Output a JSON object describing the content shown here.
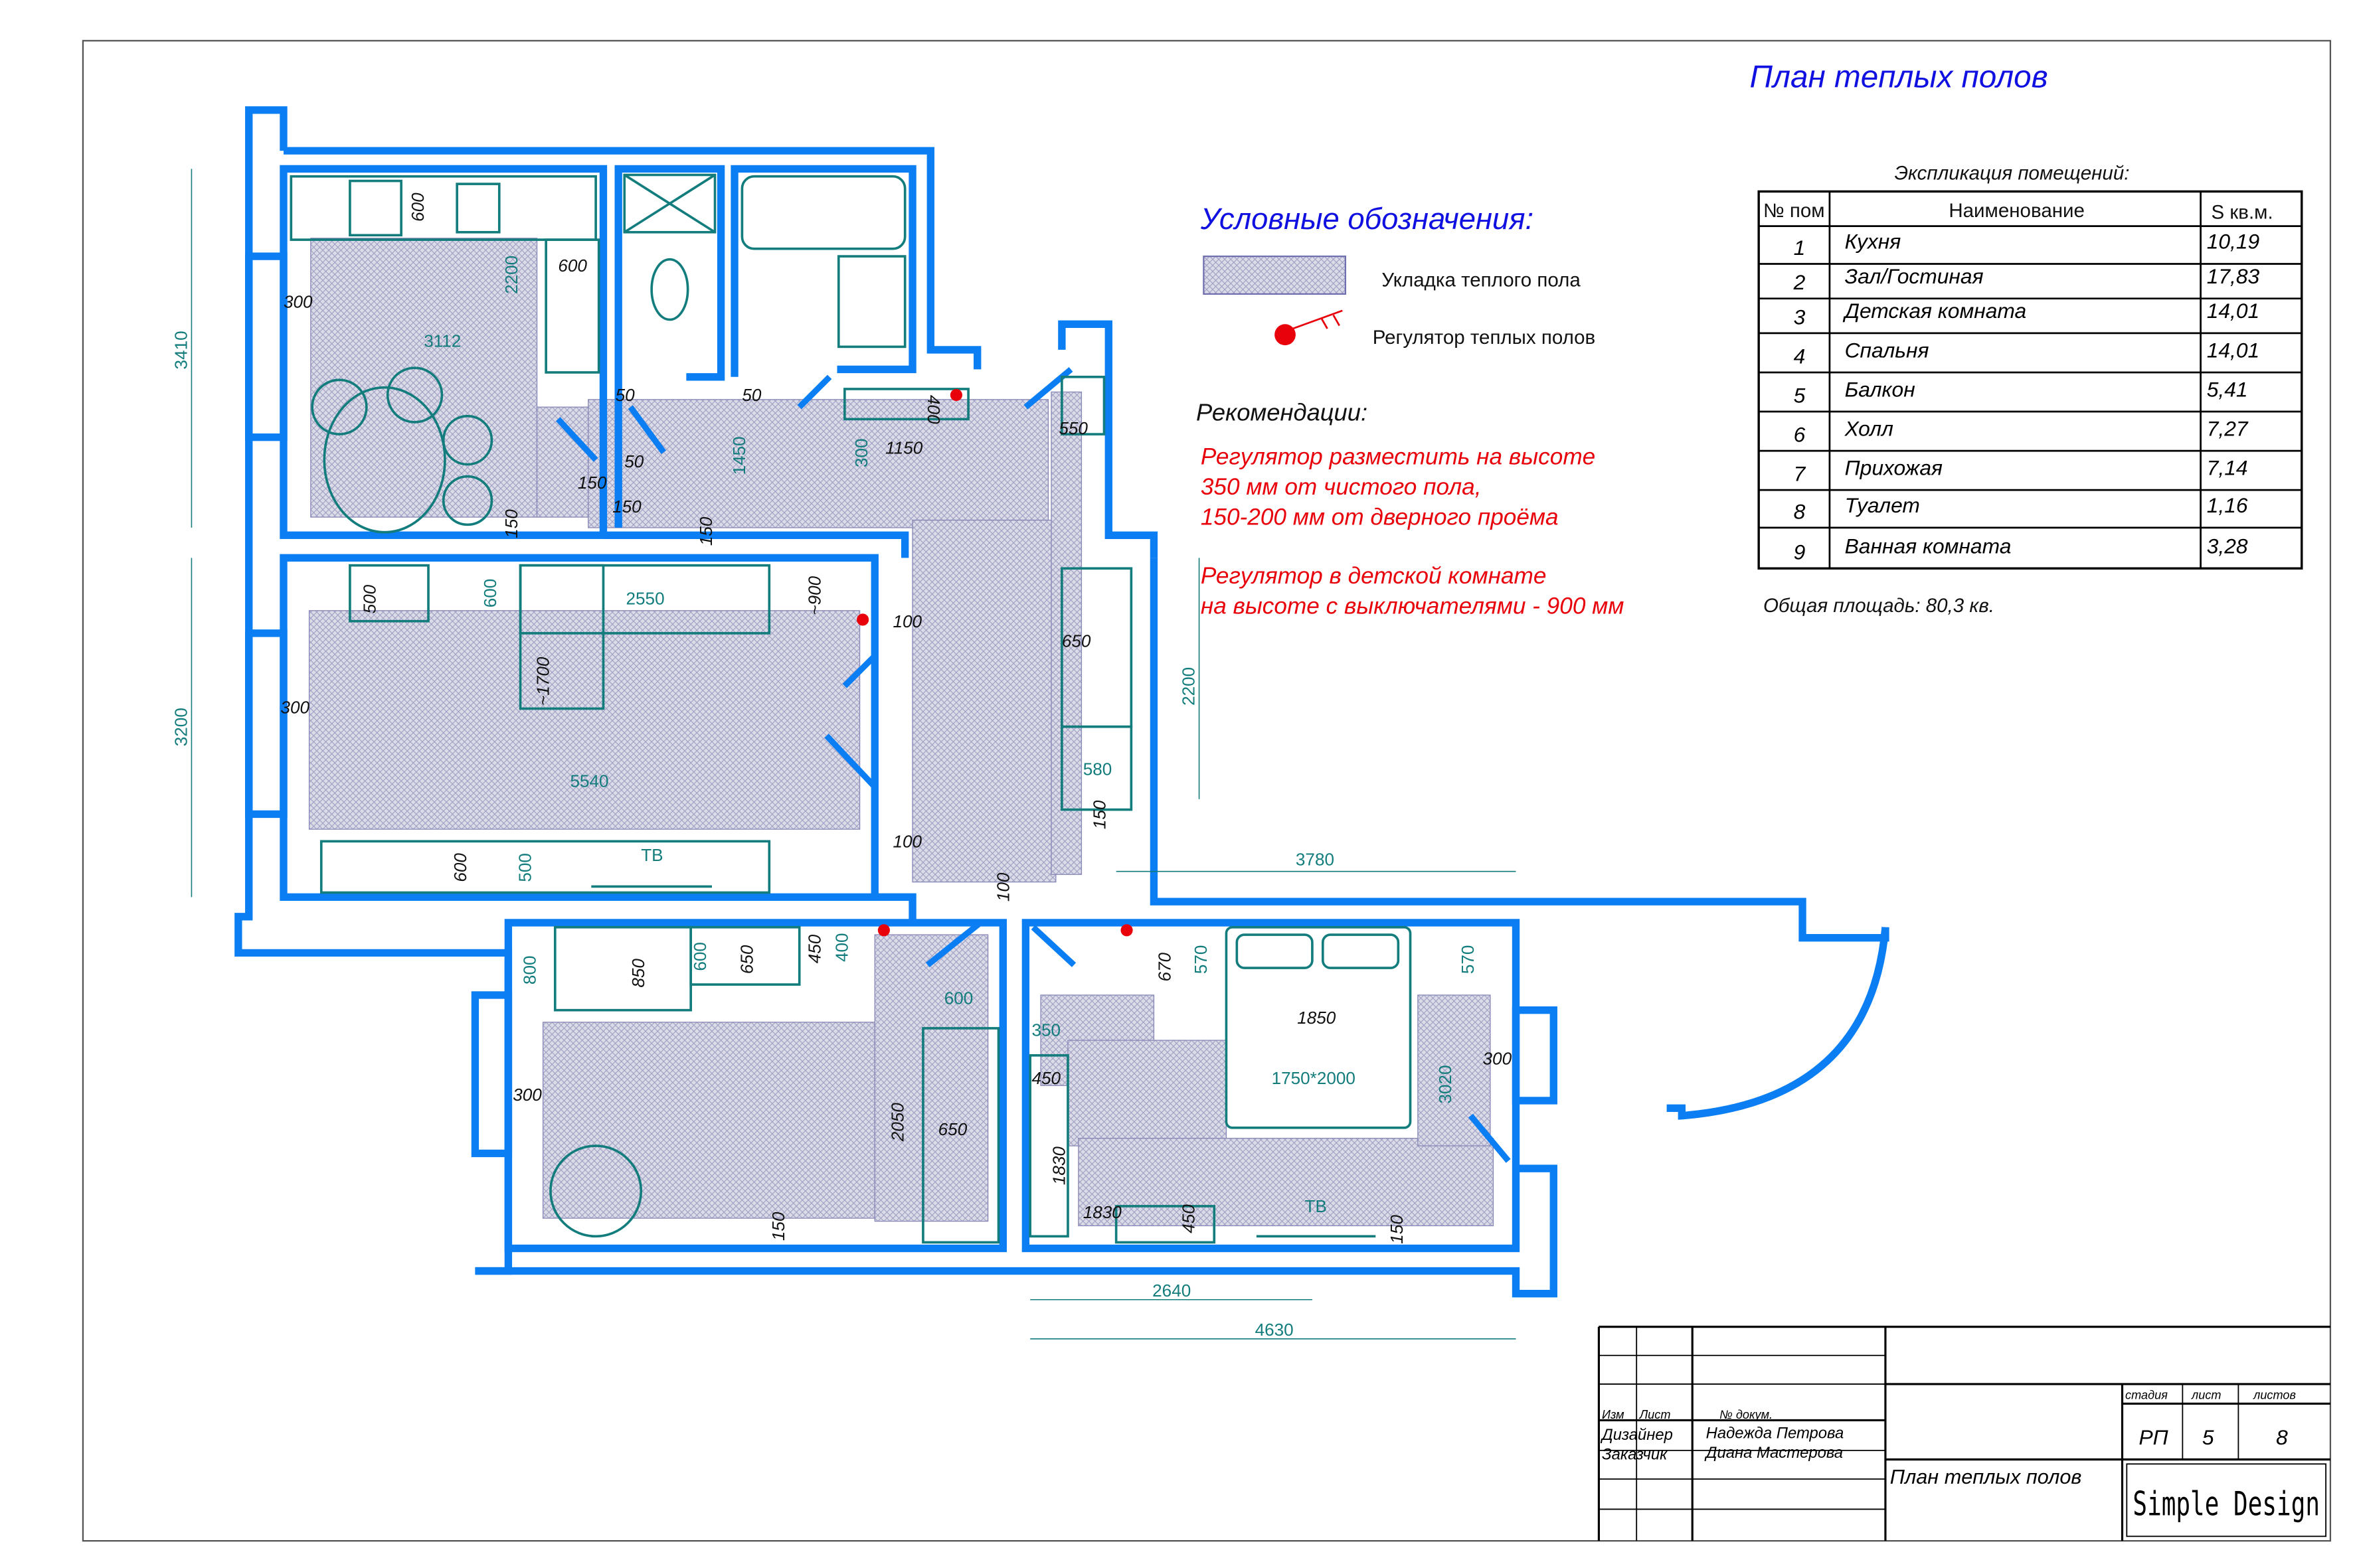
{
  "title": "План теплых полов",
  "legend": {
    "heading": "Условные обозначения:",
    "heated_floor": "Укладка теплого пола",
    "regulator": "Регулятор теплых полов",
    "colors": {
      "heated_fill": "#c9c9de",
      "regulator": "#e8000b",
      "walls": "#0a7ef2",
      "furniture": "#137c7c"
    }
  },
  "recommendations": {
    "heading": "Рекомендации:",
    "lines": [
      "Регулятор разместить на высоте",
      "350 мм от чистого пола,",
      "150-200 мм от дверного проёма",
      "Регулятор в детской комнате",
      "на высоте с выключателями - 900 мм"
    ]
  },
  "explication": {
    "heading": "Экспликация помещений:",
    "columns": [
      "№ пом",
      "Наименование",
      "S кв.м."
    ],
    "rows": [
      [
        "1",
        "Кухня",
        "10,19"
      ],
      [
        "2",
        "Зал/Гостиная",
        "17,83"
      ],
      [
        "3",
        "Детская комната",
        "14,01"
      ],
      [
        "4",
        "Спальня",
        "14,01"
      ],
      [
        "5",
        "Балкон",
        "5,41"
      ],
      [
        "6",
        "Холл",
        "7,27"
      ],
      [
        "7",
        "Прихожая",
        "7,14"
      ],
      [
        "8",
        "Туалет",
        "1,16"
      ],
      [
        "9",
        "Ванная комната",
        "3,28"
      ]
    ],
    "total": "Общая площадь:  80,3 кв."
  },
  "plan": {
    "dims": [
      "600",
      "2200",
      "600",
      "300",
      "3112",
      "3410",
      "50",
      "50",
      "50",
      "150",
      "150",
      "150",
      "1450",
      "150",
      "300",
      "1150",
      "400",
      "550",
      "500",
      "600",
      "2550",
      "~900",
      "~1700",
      "100",
      "650",
      "300",
      "3200",
      "5540",
      "2200",
      "580",
      "150",
      "100",
      "ТВ",
      "600",
      "500",
      "3780",
      "100",
      "800",
      "850",
      "600",
      "650",
      "450",
      "400",
      "600",
      "300",
      "2050",
      "650",
      "150",
      "670",
      "570",
      "570",
      "1850",
      "350",
      "450",
      "1750*2000",
      "3020",
      "300",
      "1830",
      "1830",
      "450",
      "ТВ",
      "150",
      "2640",
      "4630"
    ]
  },
  "title_block": {
    "izm": "Изм",
    "list": "Лист",
    "doc_no": "№ докум.",
    "designer_role": "Дизайнер",
    "designer_name": "Надежда Петрова",
    "client_role": "Заказчик",
    "client_name": "Диана Мастерова",
    "stage_label": "стадия",
    "sheet_label": "лист",
    "sheets_label": "листов",
    "stage": "РП",
    "sheet": "5",
    "sheets": "8",
    "drawing_name": "План теплых полов",
    "company": "Simple Design"
  }
}
